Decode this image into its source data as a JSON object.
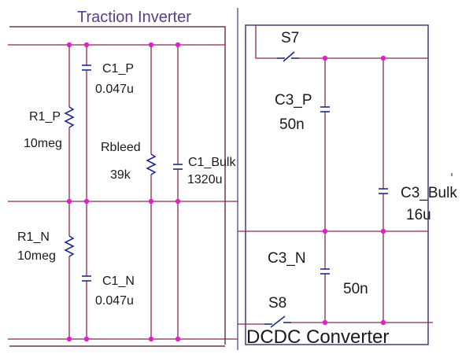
{
  "traction_inverter": {
    "title": "Traction Inverter",
    "r1_p": {
      "name": "R1_P",
      "value": "10meg"
    },
    "r1_n": {
      "name": "R1_N",
      "value": "10meg"
    },
    "c1_p": {
      "name": "C1_P",
      "value": "0.047u"
    },
    "c1_n": {
      "name": "C1_N",
      "value": "0.047u"
    },
    "rbleed": {
      "name": "Rbleed",
      "value": "39k"
    },
    "c1_bulk": {
      "name": "C1_Bulk",
      "value": "1320u"
    }
  },
  "dcdc_converter": {
    "title": "DCDC Converter",
    "s7": {
      "name": "S7"
    },
    "s8": {
      "name": "S8"
    },
    "c3_p": {
      "name": "C3_P",
      "value": "50n"
    },
    "c3_n": {
      "name": "C3_N",
      "value": "50n"
    },
    "c3_bulk": {
      "name": "C3_Bulk",
      "value": "16u"
    }
  },
  "colors": {
    "wire": "#8b2a4a",
    "box": "#4a3a7a",
    "node": "#e020c8",
    "component": "#1f2a8a"
  }
}
